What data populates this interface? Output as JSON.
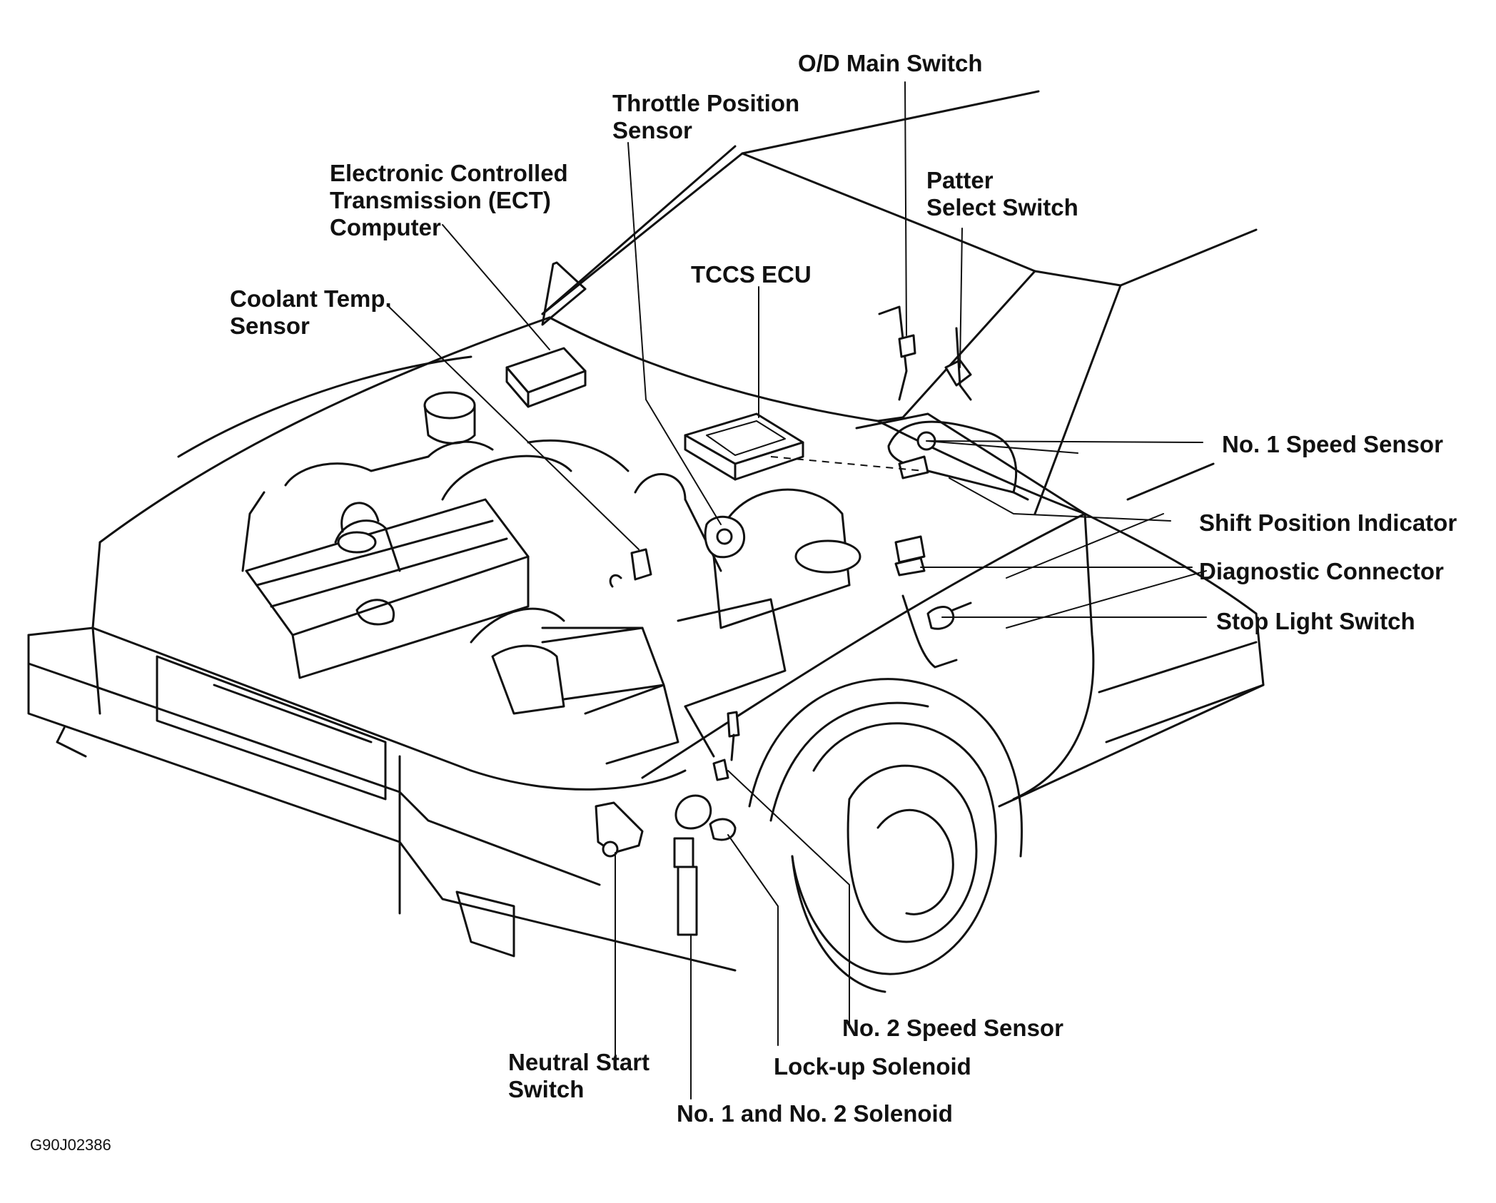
{
  "labels": {
    "od_main_switch": "O/D Main Switch",
    "throttle_position_sensor": [
      "Throttle Position",
      "Sensor"
    ],
    "ect_computer": [
      "Electronic Controlled",
      "Transmission (ECT)",
      "Computer"
    ],
    "patter_select_switch": [
      "Patter",
      "Select Switch"
    ],
    "tccs_ecu": "TCCS ECU",
    "coolant_temp_sensor": [
      "Coolant Temp.",
      "Sensor"
    ],
    "no1_speed_sensor": "No. 1 Speed Sensor",
    "shift_position_indicator": "Shift Position Indicator",
    "diagnostic_connector": "Diagnostic Connector",
    "stop_light_switch": "Stop Light Switch",
    "no2_speed_sensor": "No. 2 Speed Sensor",
    "lockup_solenoid": "Lock-up Solenoid",
    "neutral_start_switch": [
      "Neutral Start",
      "Switch"
    ],
    "no1_no2_solenoid": "No. 1 and No. 2 Solenoid"
  },
  "figure_code": "G90J02386"
}
